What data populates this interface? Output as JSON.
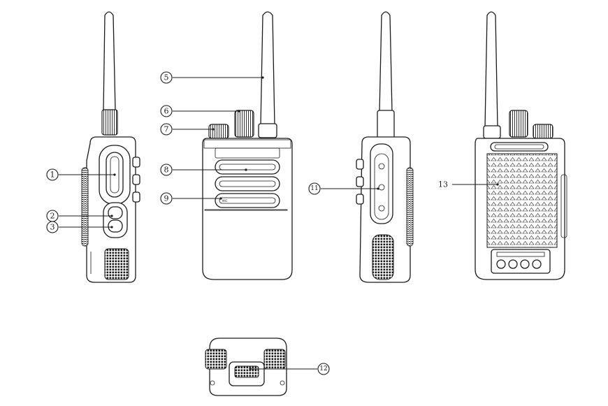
{
  "callouts": [
    {
      "id": "1",
      "label": "1"
    },
    {
      "id": "2",
      "label": "2"
    },
    {
      "id": "3",
      "label": "3"
    },
    {
      "id": "5",
      "label": "5"
    },
    {
      "id": "6",
      "label": "6"
    },
    {
      "id": "7",
      "label": "7"
    },
    {
      "id": "8",
      "label": "8"
    },
    {
      "id": "9",
      "label": "9"
    },
    {
      "id": "11",
      "label": "11"
    },
    {
      "id": "12",
      "label": "12"
    },
    {
      "id": "13",
      "label": "13"
    }
  ],
  "views": [
    "left-side",
    "front",
    "right-side",
    "back",
    "bottom"
  ],
  "colors": {
    "line": "#1a1a1a",
    "background": "#ffffff"
  }
}
